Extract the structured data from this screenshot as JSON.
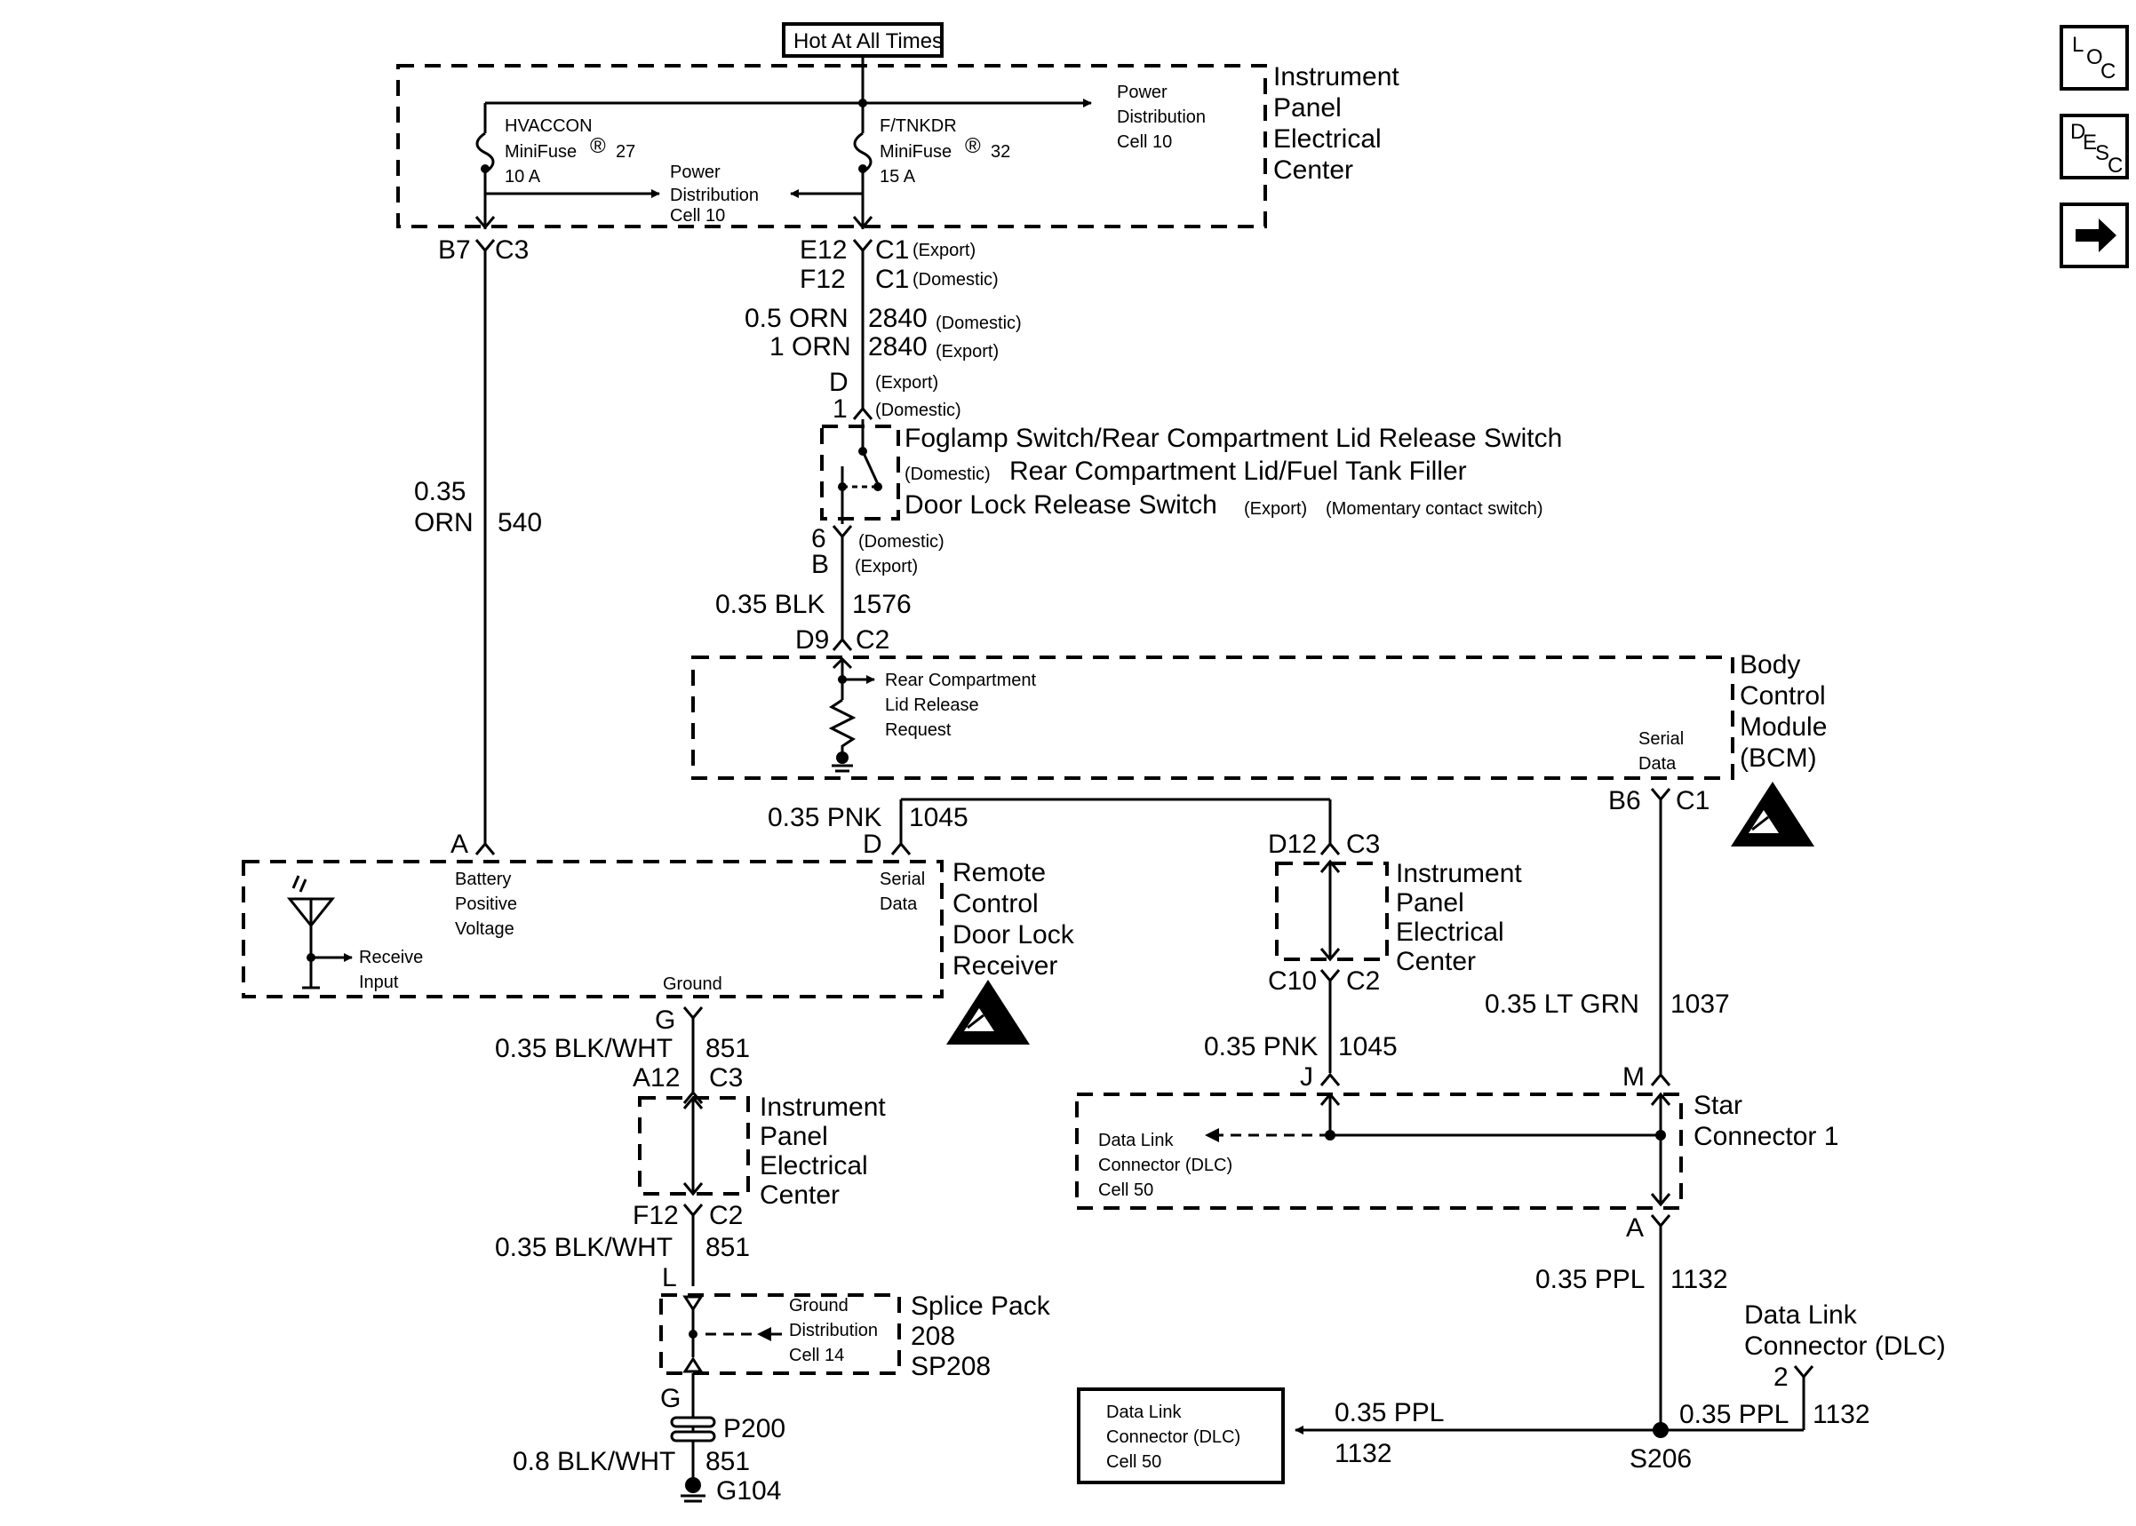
{
  "power": {
    "hot": "Hot At All Times",
    "fuse1_name": "HVACCON",
    "fuse1_type": "MiniFuse",
    "fuse1_reg": "®",
    "fuse1_num": "27",
    "fuse1_amp": "10 A",
    "fuse2_name": "F/TNKDR",
    "fuse2_type": "MiniFuse",
    "fuse2_reg": "®",
    "fuse2_num": "32",
    "fuse2_amp": "15 A",
    "pd_a": [
      "Power",
      "Distribution",
      "Cell 10"
    ],
    "pd_b": [
      "Power",
      "Distribution",
      "Cell 10"
    ],
    "ipec": [
      "Instrument",
      "Panel",
      "Electrical",
      "Center"
    ]
  },
  "left": {
    "b7": "B7",
    "c3": "C3",
    "gauge": "0.35",
    "color": "ORN",
    "circuit": "540",
    "pin_a": "A"
  },
  "fog": {
    "e12": "E12",
    "c1": "C1",
    "export1": "(Export)",
    "f12": "F12",
    "c1b": "C1",
    "domestic1": "(Domestic)",
    "w1_g": "0.5 ORN",
    "w1_c": "2840",
    "w1_t": "(Domestic)",
    "w2_g": "1 ORN",
    "w2_c": "2840",
    "w2_t": "(Export)",
    "pd": "D",
    "pd_t": "(Export)",
    "p1": "1",
    "p1_t": "(Domestic)",
    "sw1": "Foglamp Switch/Rear Compartment Lid Release Switch",
    "sw2_tag": "(Domestic)",
    "sw2": "Rear Compartment Lid/Fuel Tank Filler",
    "sw3": "Door Lock Release Switch",
    "sw3_tag": "(Export)",
    "sw3_note": "(Momentary contact switch)",
    "p6": "6",
    "p6_t": "(Domestic)",
    "pb": "B",
    "pb_t": "(Export)",
    "w3_g": "0.35 BLK",
    "w3_c": "1576",
    "d9": "D9",
    "c2": "C2"
  },
  "bcm": {
    "label": [
      "Body",
      "Control",
      "Module",
      "(BCM)"
    ],
    "req": [
      "Rear Compartment",
      "Lid Release",
      "Request"
    ],
    "serial": [
      "Serial",
      "Data"
    ],
    "b6": "B6",
    "c1": "C1"
  },
  "rcdlr": {
    "pnk_g": "0.35 PNK",
    "pnk_c": "1045",
    "pin_d": "D",
    "label": [
      "Remote",
      "Control",
      "Door Lock",
      "Receiver"
    ],
    "batt": [
      "Battery",
      "Positive",
      "Voltage"
    ],
    "serial": [
      "Serial",
      "Data"
    ],
    "receive": [
      "Receive",
      "Input"
    ],
    "ground": "Ground",
    "pin_g": "G"
  },
  "ipec2": {
    "d12": "D12",
    "c3": "C3",
    "label": [
      "Instrument",
      "Panel",
      "Electrical",
      "Center"
    ],
    "c10": "C10",
    "c2": "C2",
    "w_g": "0.35 PNK",
    "w_c": "1045",
    "j": "J"
  },
  "ltgrn": {
    "g": "0.35 LT GRN",
    "c": "1037",
    "m": "M"
  },
  "star": {
    "label": [
      "Star",
      "Connector 1"
    ],
    "dlc": [
      "Data Link",
      "Connector (DLC)",
      "Cell 50"
    ],
    "a": "A"
  },
  "gnd": {
    "w1_g": "0.35 BLK/WHT",
    "w1_c": "851",
    "a12": "A12",
    "c3": "C3",
    "label": [
      "Instrument",
      "Panel",
      "Electrical",
      "Center"
    ],
    "f12": "F12",
    "c2": "C2",
    "w2_g": "0.35 BLK/WHT",
    "w2_c": "851",
    "l": "L",
    "gd": [
      "Ground",
      "Distribution",
      "Cell 14"
    ],
    "sp": [
      "Splice Pack",
      "208",
      "SP208"
    ],
    "g": "G",
    "p200": "P200",
    "w3_g": "0.8 BLK/WHT",
    "w3_c": "851",
    "g104": "G104"
  },
  "ppl": {
    "g1": "0.35 PPL",
    "c1": "1132",
    "dlc_label": [
      "Data Link",
      "Connector (DLC)"
    ],
    "pin2": "2",
    "g2": "0.35 PPL",
    "c2": "1132",
    "g3": "0.35 PPL",
    "c3": "1132",
    "s206": "S206",
    "box": [
      "Data Link",
      "Connector (DLC)",
      "Cell 50"
    ]
  },
  "nav": {
    "loc_l": "L",
    "loc_o": "O",
    "loc_c": "C",
    "desc_d": "D",
    "desc_e": "E",
    "desc_s": "S",
    "desc_c": "C"
  }
}
